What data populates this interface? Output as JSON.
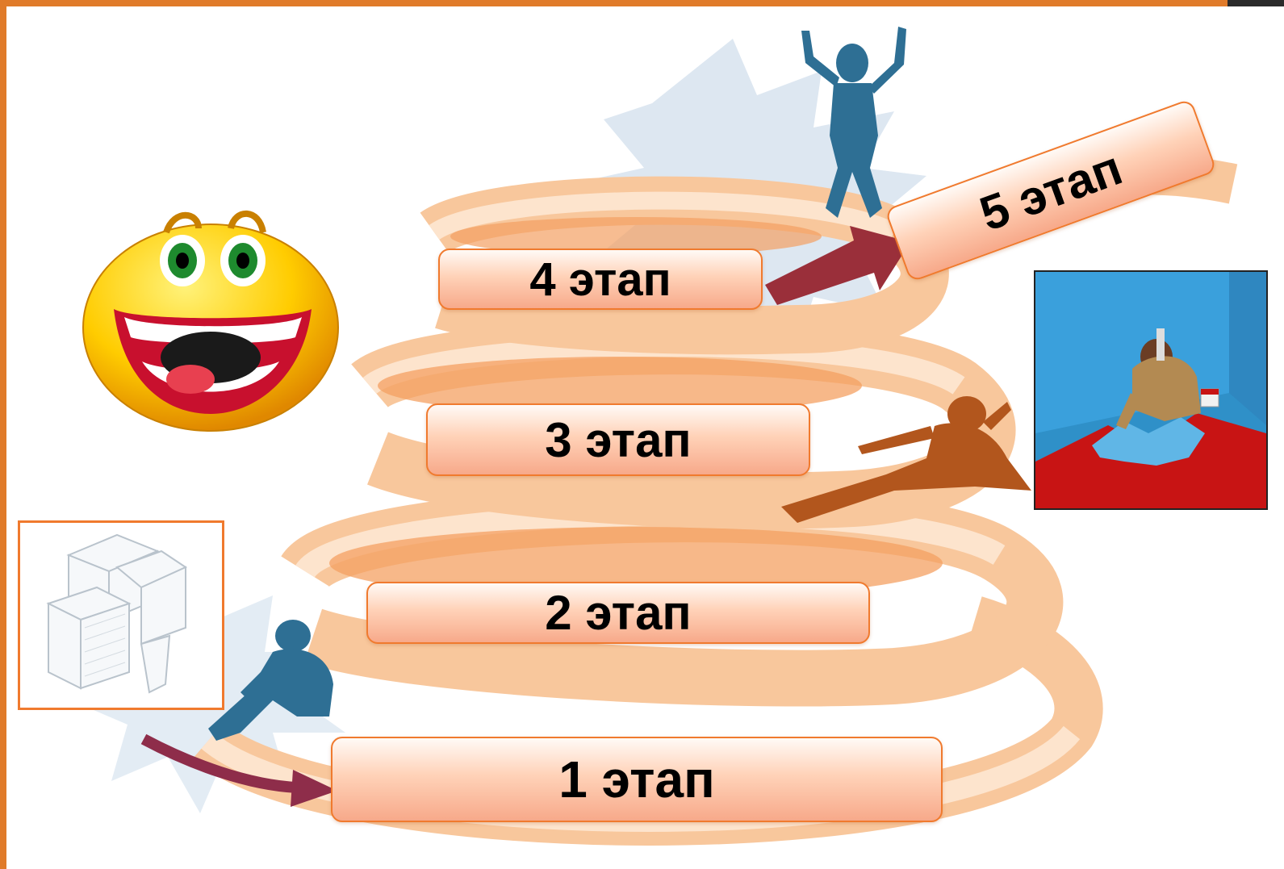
{
  "slide": {
    "stages": [
      {
        "label": "1 этап"
      },
      {
        "label": "2 этап"
      },
      {
        "label": "3 этап"
      },
      {
        "label": "4 этап"
      },
      {
        "label": "5 этап"
      }
    ]
  },
  "colors": {
    "frame": "#e07b2a",
    "stage_border": "#f07a2e",
    "ribbon": "#f7b885",
    "burst": "#d8e4f0",
    "figure_blue": "#2e6f94",
    "figure_brown": "#b2561d",
    "arrow": "#8e2d3a"
  },
  "icons": [
    "smiley-face-icon",
    "paper-stack-icon",
    "painter-photo",
    "climbing-figure-icon",
    "jumping-figure-icon",
    "cheering-figure-icon",
    "arrow-icon"
  ]
}
